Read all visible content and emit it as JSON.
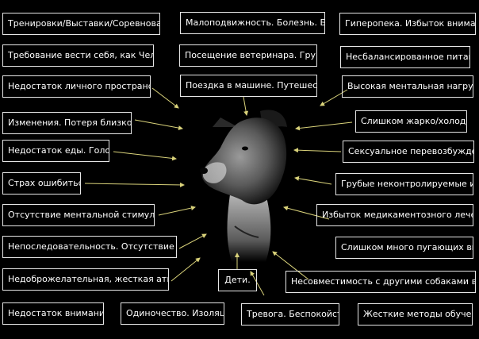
{
  "arrow_color": "#d9d27a",
  "box_border_color": "#e6e6e6",
  "factors": [
    "Тренировки/Выставки/Соревнования",
    "Малоподвижность. Болезнь. Боль",
    "Гиперопека. Избыток внимания",
    "Требование вести себя, как Человек",
    "Посещение ветеринара. Груминг.",
    "Несбалансированное питание",
    "Недостаток личного пространства",
    "Поездка в машине. Путешествие.",
    "Высокая ментальная нагрузка",
    "Изменения. Потеря близкого.",
    "Слишком жарко/холодно",
    "Недостаток еды. Голод.",
    "Сексуальное перевозбуждение",
    "Страх ошибиться",
    "Грубые неконтролируемые игры",
    "Отсутствие ментальной стимуляции",
    "Избыток медикаментозного лечения",
    "Непоследовательность. Отсутствие правил",
    "Слишком много пугающих ввуков",
    "Недоброжелательная, жесткая атмосфера",
    "Дети.",
    "Несовместимость с другими собаками в семье",
    "Недостаток внимания",
    "Одиночество. Изоляция.",
    "Тревога. Беспокойство.",
    "Жесткие методы обучения"
  ]
}
